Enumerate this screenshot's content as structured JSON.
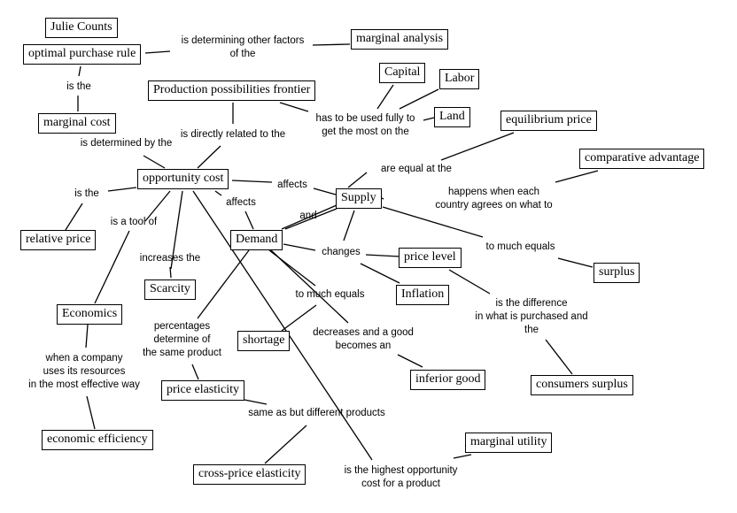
{
  "title": "Economics concept map",
  "author_node": "Julie Counts",
  "concepts": {
    "julie": "Julie Counts",
    "optimal": "optimal purchase rule",
    "marginal_analysis": "marginal analysis",
    "ppf": "Production possibilities frontier",
    "capital": "Capital",
    "labor": "Labor",
    "land": "Land",
    "marginal_cost": "marginal cost",
    "equilibrium": "equilibrium price",
    "comparative": "comparative advantage",
    "opportunity": "opportunity cost",
    "supply": "Supply",
    "demand": "Demand",
    "relative": "relative price",
    "scarcity": "Scarcity",
    "price_level": "price level",
    "surplus": "surplus",
    "inflation": "Inflation",
    "economics": "Economics",
    "shortage": "shortage",
    "inferior": "inferior good",
    "consumers_surplus": "consumers surplus",
    "price_elasticity": "price elasticity",
    "efficiency": "economic efficiency",
    "marginal_utility": "marginal utility",
    "cross_price": "cross-price elasticity"
  },
  "links": {
    "determining": "is determining other factors\nof the",
    "is_the_1": "is the",
    "has_to": "has to be used fully to\nget the most on the",
    "determined_by": "is determined by the",
    "directly_related": "is directly related to the",
    "are_equal": "are equal at the",
    "happens_when": "happens when each\ncountry agrees on what to",
    "is_the_2": "is the",
    "affects_1": "affects",
    "affects_2": "affects",
    "and": "and",
    "tool_of": "is a tool of",
    "changes": "changes",
    "to_much_1": "to much equals",
    "increases": "increases the",
    "to_much_2": "to much equals",
    "is_difference": "is the difference\nin what is purchased and\nthe",
    "percentages": "percentages\ndetermine of\nthe same product",
    "decreases": "decreases and a good\nbecomes an",
    "when_company": "when a company\nuses its resources\nin the most effective way",
    "same_as": "same as but different products",
    "highest": "is the highest opportunity\ncost for a product"
  }
}
